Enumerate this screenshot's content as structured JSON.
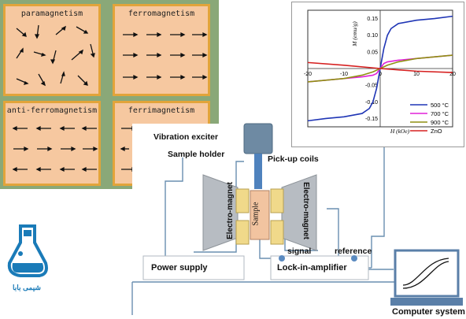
{
  "magnetism": {
    "paramagnetism": "paramagnetism",
    "ferromagnetism": "ferromagnetism",
    "antiferromagnetism": "anti-ferromagnetism",
    "ferrimagnetism": "ferrimagnetism"
  },
  "apparatus": {
    "vibration_exciter": "Vibration exciter",
    "sample_holder": "Sample holder",
    "pickup_coils": "Pick-up coils",
    "electromagnet_left": "Electro-magnet",
    "electromagnet_right": "Electro-magnet",
    "sample": "Sample",
    "signal": "signal",
    "reference": "reference",
    "power_supply": "Power supply",
    "lock_in": "Lock-in-amplifier",
    "computer": "Computer system"
  },
  "logo": {
    "text": "شیمی بابا",
    "color": "#1a7bb8"
  },
  "colors": {
    "accent": "#1a7bb8",
    "exciter": "#6e8aa3",
    "magnet": "#b7bcc2",
    "sample": "#f2c4a0",
    "coil": "#f0d98a"
  },
  "chart_data": {
    "type": "line",
    "xlabel": "H (kOe)",
    "ylabel": "M (emu/g)",
    "xlim": [
      -20,
      20
    ],
    "ylim": [
      -0.175,
      0.175
    ],
    "xticks": [
      -20,
      -10,
      0,
      10,
      20
    ],
    "yticks": [
      -0.15,
      -0.1,
      -0.05,
      0,
      0.05,
      0.1,
      0.15
    ],
    "ytick_labels": [
      "-0.15",
      "-0.10",
      "-0.05",
      "0",
      "0.05",
      "0.10",
      "0.15"
    ],
    "legend_position": "bottom-right",
    "series": [
      {
        "name": "500 °C",
        "color": "#1f35b5",
        "x": [
          -20,
          -15,
          -10,
          -5,
          -3,
          -2,
          -1,
          -0.5,
          0,
          0.5,
          1,
          2,
          3,
          5,
          10,
          15,
          20
        ],
        "y": [
          -0.157,
          -0.15,
          -0.145,
          -0.135,
          -0.12,
          -0.1,
          -0.06,
          -0.03,
          0.0,
          0.03,
          0.06,
          0.1,
          0.12,
          0.135,
          0.145,
          0.15,
          0.157
        ]
      },
      {
        "name": "700 °C",
        "color": "#e020d8",
        "x": [
          -20,
          -10,
          -5,
          -2,
          -1,
          0,
          1,
          2,
          5,
          10,
          20
        ],
        "y": [
          -0.04,
          -0.03,
          -0.025,
          -0.02,
          -0.015,
          0.0,
          0.015,
          0.02,
          0.025,
          0.03,
          0.04
        ]
      },
      {
        "name": "900 °C",
        "color": "#8f8f12",
        "x": [
          -20,
          -10,
          -5,
          -2,
          0,
          2,
          5,
          10,
          20
        ],
        "y": [
          -0.04,
          -0.03,
          -0.02,
          -0.01,
          0.0,
          0.01,
          0.02,
          0.03,
          0.04
        ]
      },
      {
        "name": "ZnO",
        "color": "#d62020",
        "x": [
          -20,
          -10,
          0,
          10,
          20
        ],
        "y": [
          0.018,
          0.01,
          0.0,
          -0.008,
          -0.012
        ]
      }
    ]
  }
}
